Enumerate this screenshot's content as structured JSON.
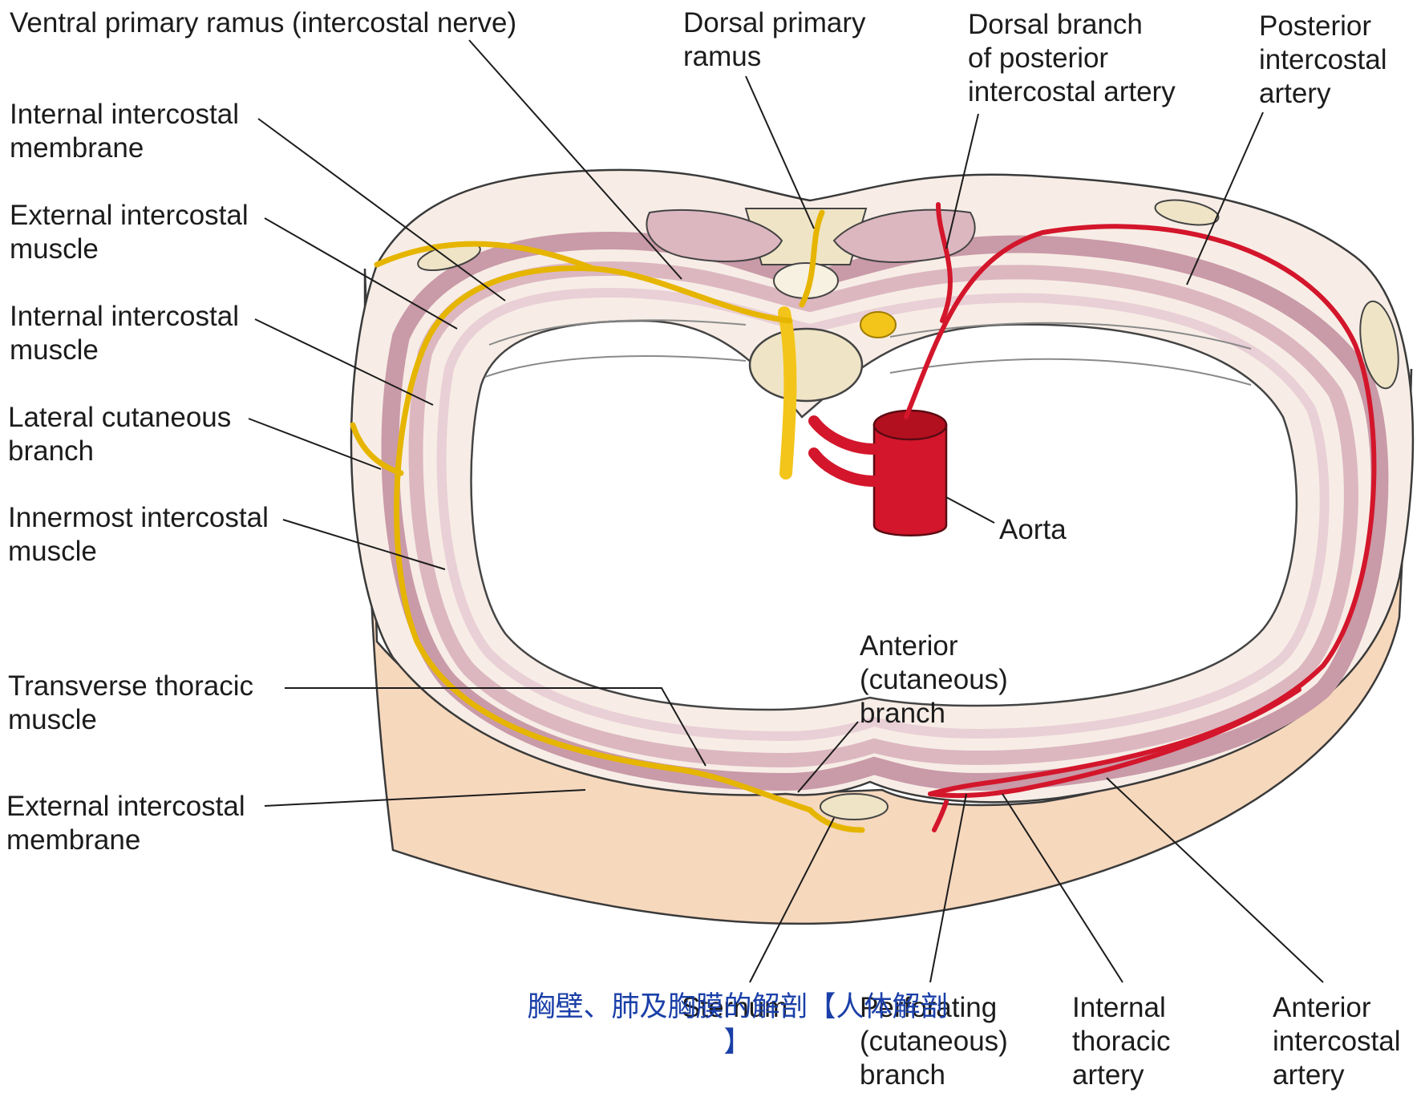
{
  "labels": {
    "ventral_primary_ramus": "Ventral primary ramus (intercostal nerve)",
    "dorsal_primary_ramus": "Dorsal primary\nramus",
    "dorsal_branch_posterior_intercostal_artery": "Dorsal branch\nof posterior\nintercostal artery",
    "posterior_intercostal_artery": "Posterior\nintercostal\nartery",
    "internal_intercostal_membrane": "Internal intercostal\nmembrane",
    "external_intercostal_muscle": "External intercostal\nmuscle",
    "internal_intercostal_muscle": "Internal intercostal\nmuscle",
    "lateral_cutaneous_branch": "Lateral cutaneous\nbranch",
    "innermost_intercostal_muscle": "Innermost intercostal\nmuscle",
    "transverse_thoracic_muscle": "Transverse thoracic\nmuscle",
    "external_intercostal_membrane": "External intercostal\nmembrane",
    "aorta": "Aorta",
    "anterior_cutaneous_branch": "Anterior\n(cutaneous)\nbranch",
    "sternum": "Sternum",
    "perforating_cutaneous_branch": "Perforating\n(cutaneous)\nbranch",
    "internal_thoracic_artery": "Internal\nthoracic\nartery",
    "anterior_intercostal_artery": "Anterior\nintercostal\nartery"
  },
  "caption": "胸壁、肺及胸膜的解剖【人体解剖\n】",
  "colors": {
    "nerve": "#f3c51a",
    "artery": "#d3162b",
    "muscle": "#dcb7c0",
    "skin": "#f6d8bd",
    "bone": "#efe4c6",
    "caption": "#1a3fa8"
  }
}
